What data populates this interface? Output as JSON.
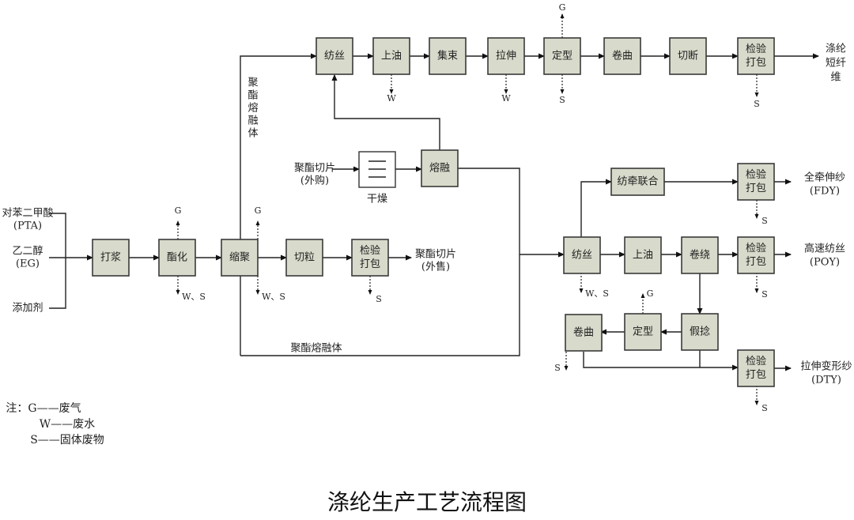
{
  "title": "涤纶生产工艺流程图",
  "boxes": {
    "top_spin": [
      "纺丝"
    ],
    "top_oil": [
      "上油"
    ],
    "top_bundle": [
      "集束"
    ],
    "top_stretch": [
      "拉伸"
    ],
    "top_set": [
      "定型"
    ],
    "top_crimp": [
      "卷曲"
    ],
    "top_cut": [
      "切断"
    ],
    "top_pack": [
      "检验",
      "打包"
    ],
    "pulp": [
      "打浆"
    ],
    "ester": [
      "酯化"
    ],
    "poly": [
      "缩聚"
    ],
    "pellet": [
      "切粒"
    ],
    "chip_pack": [
      "检验",
      "打包"
    ],
    "melt": [
      "熔融"
    ],
    "r_spin": [
      "纺丝"
    ],
    "r_oil": [
      "上油"
    ],
    "r_wind": [
      "卷绕"
    ],
    "poy_pack": [
      "检验",
      "打包"
    ],
    "fdy_combo": [
      "纺牵联合"
    ],
    "fdy_pack": [
      "检验",
      "打包"
    ],
    "false_twist": [
      "假捻"
    ],
    "r_set": [
      "定型"
    ],
    "r_crimp": [
      "卷曲"
    ],
    "dty_pack": [
      "检验",
      "打包"
    ]
  },
  "labels": {
    "pta": [
      "对苯二甲酸",
      "(PTA)"
    ],
    "eg": [
      "乙二醇",
      "(EG)"
    ],
    "additive": [
      "添加剂"
    ],
    "chips_out": [
      "聚酯切片",
      "(外售)"
    ],
    "chips_in": [
      "聚酯切片",
      "(外购)"
    ],
    "dryer": "干燥",
    "melt_vertical": [
      "聚",
      "酯",
      "熔",
      "融",
      "体"
    ],
    "melt_horizontal": "聚酯熔融体",
    "staple": [
      "涤纶",
      "短纤",
      "维"
    ],
    "fdy": [
      "全牵伸纱",
      "(FDY)"
    ],
    "poy": [
      "高速纺丝",
      "(POY)"
    ],
    "dty": [
      "拉伸变形纱",
      "(DTY)"
    ]
  },
  "emissions": {
    "g": "G",
    "w": "W",
    "s": "S",
    "ws": "W、S"
  },
  "legend": [
    "注：G——废气",
    "W——废水",
    "S——固体废物"
  ]
}
